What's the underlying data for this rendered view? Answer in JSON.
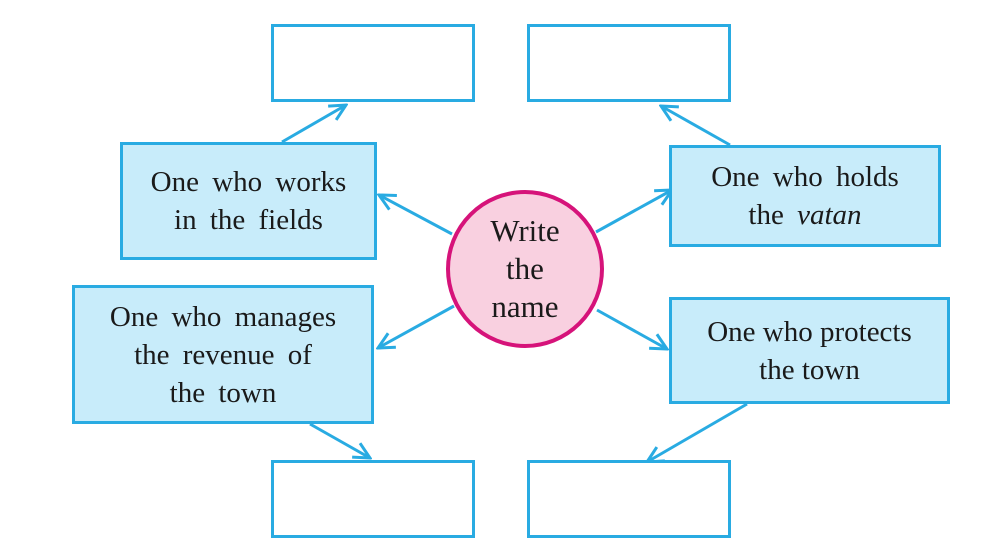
{
  "center": {
    "lines": [
      "Write",
      "the",
      "name"
    ]
  },
  "clues": {
    "top_left": {
      "lines": [
        "One  who  works",
        "in  the  fields"
      ]
    },
    "top_right": {
      "line1": "One  who  holds",
      "line2_prefix": "the ",
      "line2_italic": "vatan"
    },
    "bottom_left": {
      "lines": [
        "One  who  manages",
        "the  revenue  of",
        "the  town"
      ]
    },
    "bottom_right": {
      "lines": [
        "One who protects",
        "the town"
      ]
    }
  },
  "colors": {
    "arrow": "#29abe2",
    "box_border": "#29abe2",
    "box_fill": "#c8ecfa",
    "circle_border": "#d6137a",
    "circle_fill": "#f9d0e0"
  }
}
